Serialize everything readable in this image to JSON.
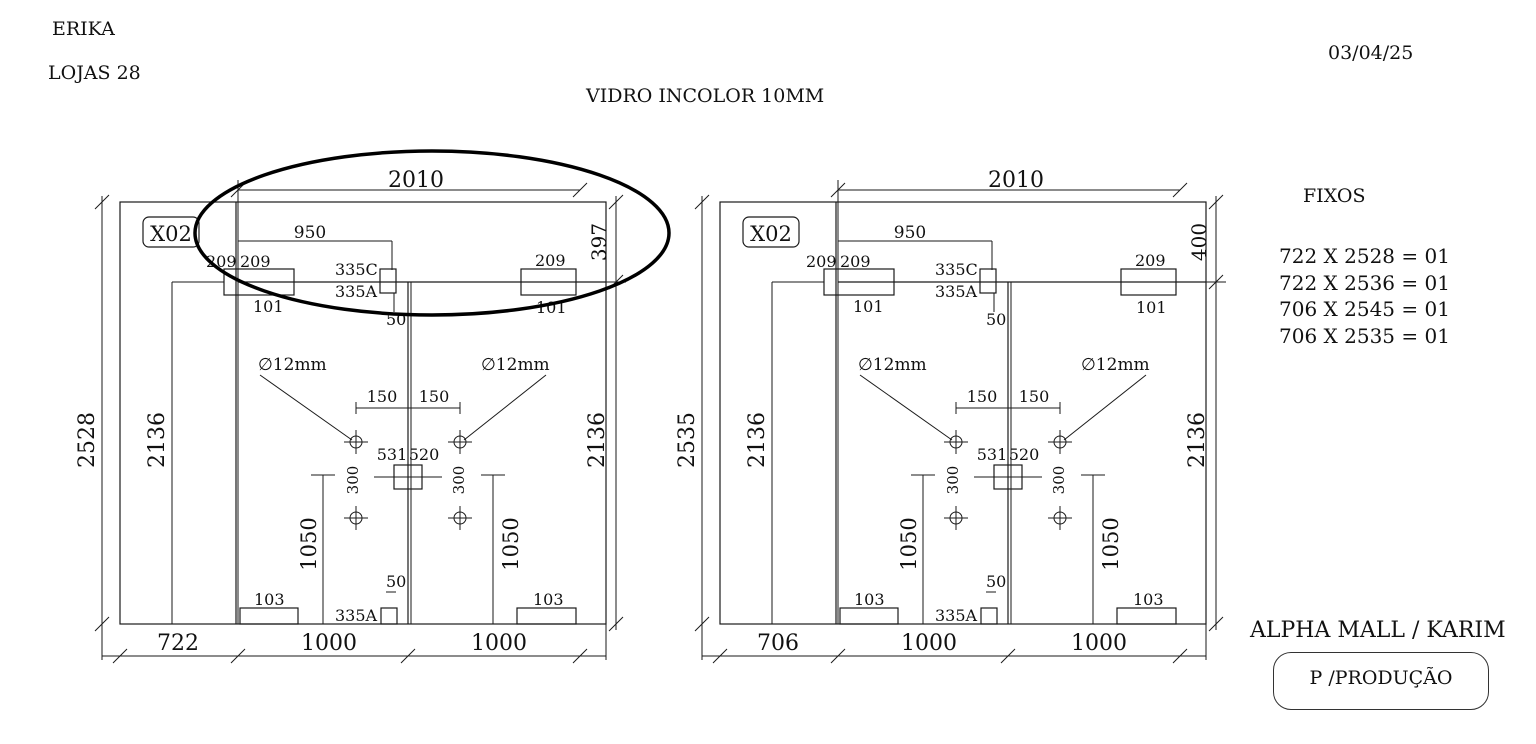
{
  "header": {
    "client": "ERIKA",
    "store": "LOJAS  28",
    "date": "03/04/25",
    "glass_type": "VIDRO INCOLOR 10MM"
  },
  "fixos": {
    "title": "FIXOS",
    "items": [
      "722 X 2528 = 01",
      "722 X 2536 = 01",
      "706 X 2545 = 01",
      "706 X 2535 = 01"
    ]
  },
  "project": "ALPHA MALL / KARIM",
  "stamp": "P /PRODUÇÃO",
  "drawings": [
    {
      "tag": "X02",
      "highlighted": true,
      "total_width": "2010",
      "total_height": "2528",
      "fixed_width": "722",
      "fixed_height": "2136",
      "transom_height": "397",
      "door_widths": [
        "1000",
        "1000"
      ],
      "door_height": "2136",
      "offset": "950",
      "fittings": {
        "left_top": "209",
        "left_top_outer": "209",
        "left_mid": "101",
        "right_top": "209",
        "right_mid": "101",
        "center_top": "335C",
        "center_top_b": "335A",
        "center_gap": "50",
        "bottom_left": "103",
        "bottom_right": "103",
        "bottom_center": "335A",
        "bottom_gap": "50"
      },
      "handle": {
        "hole_left": "∅12mm",
        "hole_right": "∅12mm",
        "spacing_left": "150",
        "spacing_right": "150",
        "vertical_left": "300",
        "vertical_right": "300",
        "center_left": "531",
        "center_right": "520",
        "height_left": "1050",
        "height_right": "1050"
      }
    },
    {
      "tag": "X02",
      "highlighted": false,
      "total_width": "2010",
      "total_height": "2535",
      "fixed_width": "706",
      "fixed_height": "2136",
      "transom_height": "400",
      "door_widths": [
        "1000",
        "1000"
      ],
      "door_height": "2136",
      "offset": "950",
      "fittings": {
        "left_top": "209",
        "left_top_outer": "209",
        "left_mid": "101",
        "right_top": "209",
        "right_mid": "101",
        "center_top": "335C",
        "center_top_b": "335A",
        "center_gap": "50",
        "bottom_left": "103",
        "bottom_right": "103",
        "bottom_center": "335A",
        "bottom_gap": "50"
      },
      "handle": {
        "hole_left": "∅12mm",
        "hole_right": "∅12mm",
        "spacing_left": "150",
        "spacing_right": "150",
        "vertical_left": "300",
        "vertical_right": "300",
        "center_left": "531",
        "center_right": "520",
        "height_left": "1050",
        "height_right": "1050"
      }
    }
  ]
}
